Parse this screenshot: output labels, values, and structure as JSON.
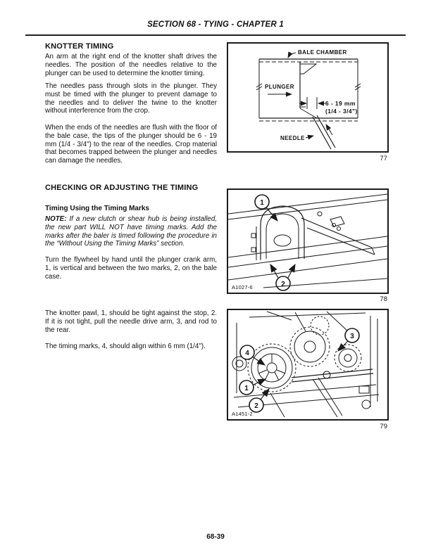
{
  "header": {
    "title": "SECTION 68 - TYING - CHAPTER 1"
  },
  "footer": {
    "page_number": "68-39"
  },
  "left_column": {
    "section1": {
      "heading": "KNOTTER TIMING",
      "para1": "An arm at the right end of the knotter shaft drives the needles. The position of the needles relative to the plunger can be used to determine the knotter timing.",
      "para2": "The needles pass through slots in the plunger. They must be timed with the plunger to prevent damage to the needles and to deliver the twine to the knotter without interference from the crop.",
      "para3": "When the ends of the needles are flush with the floor of the bale case, the tips of the plunger should be 6 - 19 mm (1/4 - 3/4\") to the rear of the needles. Crop material that becomes trapped between the plunger and needles can damage the needles."
    },
    "section2": {
      "heading": "CHECKING OR ADJUSTING THE TIMING",
      "subheading": "Timing Using the Timing Marks",
      "note_label": "NOTE:",
      "note_text": " If a new clutch or shear hub is being installed, the new part WILL NOT have timing marks. Add the marks after the baler is timed following the procedure in the “Without Using the Timing Marks” section.",
      "para1": "Turn the flywheel by hand until the plunger crank arm, 1, is vertical and between the two marks, 2, on the bale case.",
      "para2": "The knotter pawl, 1, should be tight against the stop, 2. If it is not tight, pull the needle drive arm, 3, and rod to the rear.",
      "para3": "The timing marks, 4, should align within 6 mm (1/4\")."
    }
  },
  "figures": {
    "fig77": {
      "number": "77",
      "labels": {
        "bale_chamber": "BALE CHAMBER",
        "plunger": "PLUNGER",
        "dim1": "6 - 19 mm",
        "dim2": "(1/4 - 3/4\")",
        "needle": "NEEDLE"
      }
    },
    "fig78": {
      "number": "78",
      "photo_id": "A1027-6",
      "callouts": [
        "1",
        "2"
      ]
    },
    "fig79": {
      "number": "79",
      "photo_id": "A1451-2",
      "callouts": [
        "4",
        "3",
        "1",
        "2"
      ]
    }
  }
}
